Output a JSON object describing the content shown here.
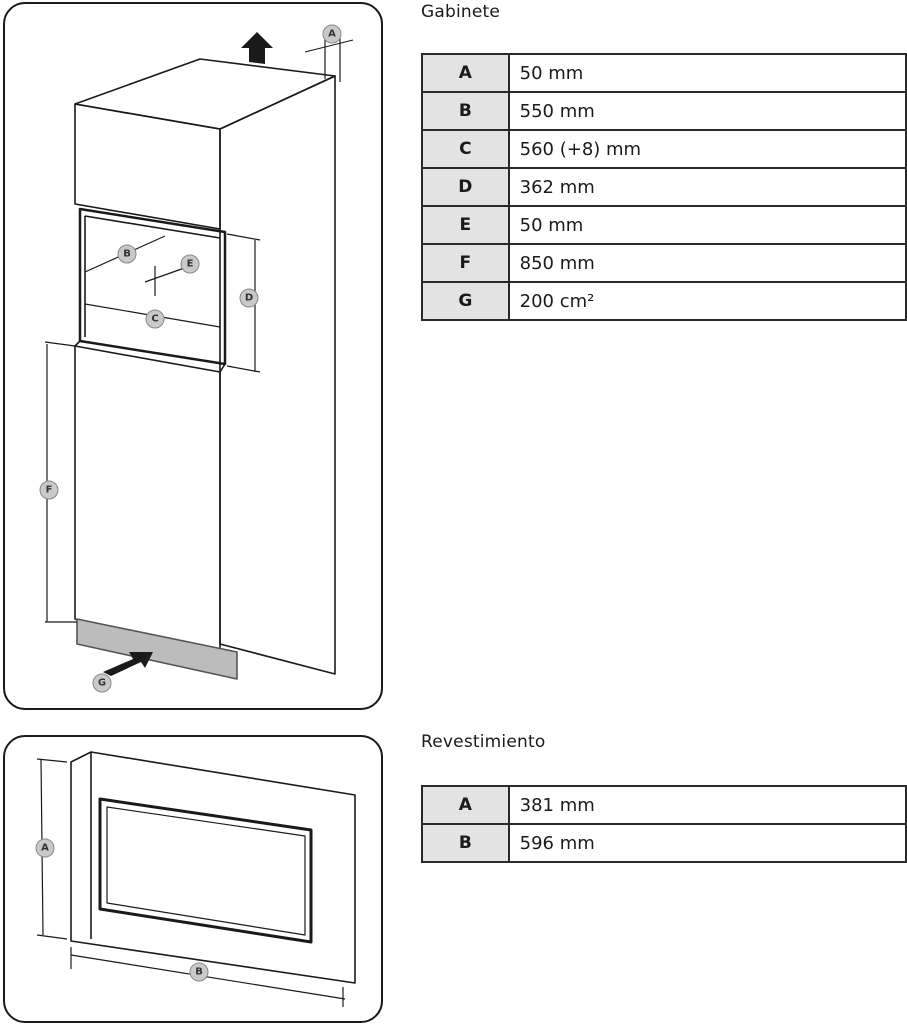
{
  "gabinete": {
    "title": "Gabinete",
    "rows": [
      {
        "key": "A",
        "value": "50 mm"
      },
      {
        "key": "B",
        "value": "550 mm"
      },
      {
        "key": "C",
        "value": "560 (+8) mm"
      },
      {
        "key": "D",
        "value": "362 mm"
      },
      {
        "key": "E",
        "value": "50 mm"
      },
      {
        "key": "F",
        "value": "850 mm"
      },
      {
        "key": "G",
        "value": "200 cm²"
      }
    ]
  },
  "revestimiento": {
    "title": "Revestimiento",
    "rows": [
      {
        "key": "A",
        "value": "381 mm"
      },
      {
        "key": "B",
        "value": "596 mm"
      }
    ]
  },
  "diagram_markers": {
    "cabinet": [
      "A",
      "B",
      "C",
      "D",
      "E",
      "F",
      "G"
    ],
    "trim": [
      "A",
      "B"
    ]
  }
}
